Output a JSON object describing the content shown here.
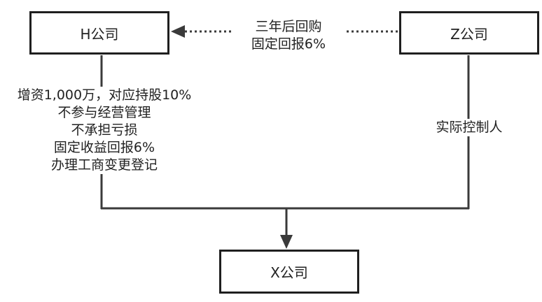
{
  "nodes": {
    "h_company": "H公司",
    "z_company": "Z公司",
    "x_company": "X公司"
  },
  "edges": {
    "z_to_h": {
      "lines": [
        "三年后回购",
        "固定回报6%"
      ]
    },
    "h_to_x": {
      "lines": [
        "增资1,000万，对应持股10%",
        "不参与经营管理",
        "不承担亏损",
        "固定收益回报6%",
        "办理工商变更登记"
      ]
    },
    "z_to_x": {
      "lines": [
        "实际控制人"
      ]
    }
  },
  "colors": {
    "line": "#3a3a3a",
    "box_border": "#1f1f1f",
    "text": "#222222"
  }
}
